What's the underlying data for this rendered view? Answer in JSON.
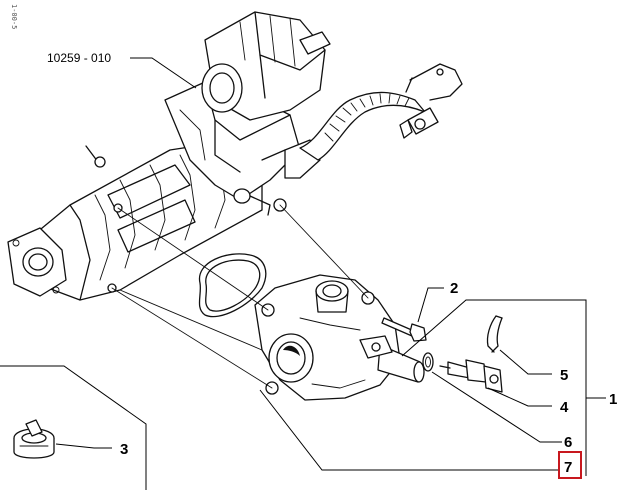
{
  "side_reference": "1-00-5",
  "assembly_reference": "10259 - 010",
  "callouts": {
    "c1": "1",
    "c2": "2",
    "c3": "3",
    "c4": "4",
    "c5": "5",
    "c6": "6",
    "c7": "7"
  },
  "highlighted_callout": "7",
  "colors": {
    "line": "#111111",
    "highlight": "#c8181e",
    "background": "#ffffff"
  }
}
